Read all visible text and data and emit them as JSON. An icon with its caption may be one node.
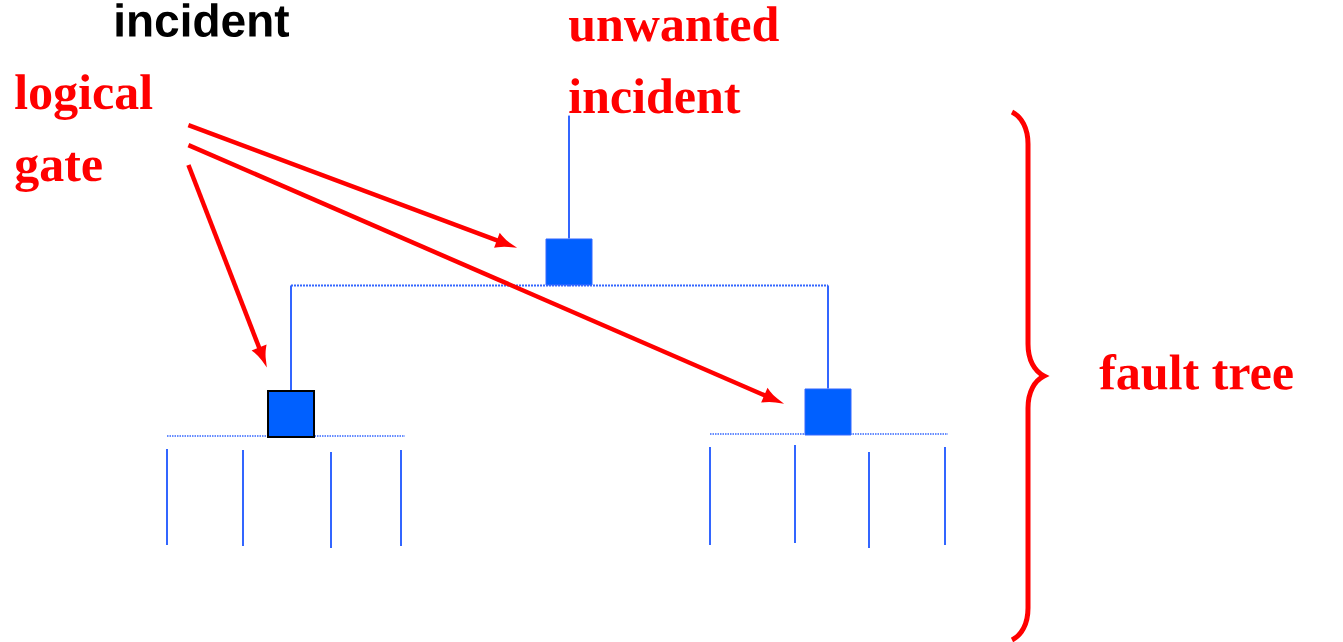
{
  "diagram": {
    "nodes": [
      {
        "text": [
          "logical gate"
        ]
      },
      {
        "text": [
          "unwanted incident"
        ]
      },
      {
        "text": [],
        "shape": "box"
      },
      {
        "text": [],
        "shape": "box"
      },
      {
        "text": [],
        "shape": "box"
      }
    ],
    "edges": [
      {
        "from": 1,
        "to": 2,
        "arrow": "none",
        "color": "#3366ff"
      },
      {
        "from": 2,
        "to": 3,
        "arrow": "none",
        "style": "dashed",
        "color": "#3366ff"
      },
      {
        "from": 2,
        "to": 4,
        "arrow": "none",
        "style": "dashed",
        "color": "#3366ff"
      },
      {
        "from": 0,
        "to": 2,
        "arrow": "to",
        "style": "thick",
        "color": "#ff0000"
      },
      {
        "from": 0,
        "to": 4,
        "arrow": "to",
        "style": "thick",
        "color": "#ff0000"
      },
      {
        "from": 0,
        "to": 3,
        "arrow": "to",
        "style": "thick",
        "color": "#ff0000"
      }
    ],
    "labels": [
      "incident",
      "fault tree"
    ]
  }
}
